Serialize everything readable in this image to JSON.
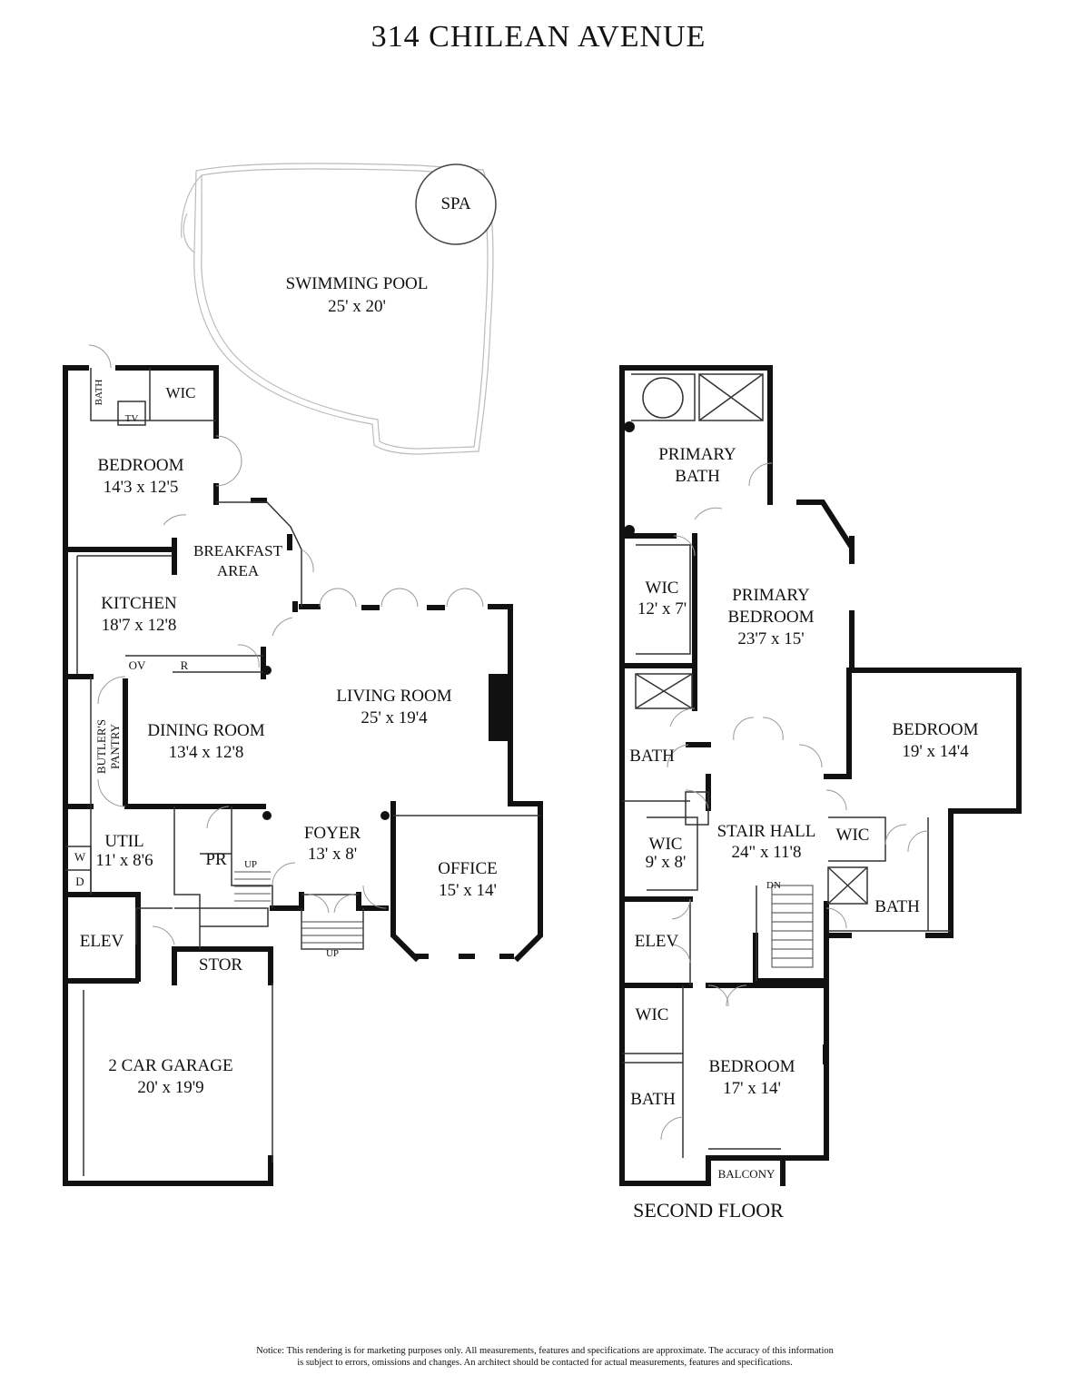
{
  "title": "314 CHILEAN AVENUE",
  "second_floor_label": "SECOND FLOOR",
  "notice": {
    "line1": "Notice: This rendering is for marketing purposes only. All measurements, features and specifications are approximate. The accuracy of this information",
    "line2": "is subject to errors, omissions and changes. An architect should be contacted for actual measurements, features and specifications."
  },
  "first_floor": {
    "spa": "SPA",
    "pool_name": "SWIMMING POOL",
    "pool_dim": "25' x 20'",
    "bath_small": "BATH",
    "tv": "TV",
    "wic": "WIC",
    "bedroom_name": "BEDROOM",
    "bedroom_dim": "14'3 x 12'5",
    "breakfast_1": "BREAKFAST",
    "breakfast_2": "AREA",
    "kitchen_name": "KITCHEN",
    "kitchen_dim": "18'7 x 12'8",
    "ov": "OV",
    "r": "R",
    "living_name": "LIVING ROOM",
    "living_dim": "25' x 19'4",
    "butlers_1": "BUTLER'S",
    "butlers_2": "PANTRY",
    "dining_name": "DINING ROOM",
    "dining_dim": "13'4  x 12'8",
    "util_name": "UTIL",
    "util_dim": "11' x 8'6",
    "w": "W",
    "d": "D",
    "pr": "PR",
    "up_small": "UP",
    "foyer_name": "FOYER",
    "foyer_dim": "13' x 8'",
    "office_name": "OFFICE",
    "office_dim": "15' x 14'",
    "elev": "ELEV",
    "stor": "STOR",
    "up_entry": "UP",
    "garage_name": "2 CAR GARAGE",
    "garage_dim": "20' x 19'9"
  },
  "second_floor": {
    "primary_bath_1": "PRIMARY",
    "primary_bath_2": "BATH",
    "wic1_name": "WIC",
    "wic1_dim": "12' x 7'",
    "primary_bed_1": "PRIMARY",
    "primary_bed_2": "BEDROOM",
    "primary_bed_dim": "23'7 x 15'",
    "bedroom_e_name": "BEDROOM",
    "bedroom_e_dim": "19' x 14'4",
    "bath_w": "BATH",
    "wic2_name": "WIC",
    "wic2_dim": "9' x 8'",
    "stair_name": "STAIR HALL",
    "stair_dim": "24\" x 11'8",
    "wic_e": "WIC",
    "bath_e": "BATH",
    "dn": "DN",
    "elev": "ELEV",
    "wic_sw": "WIC",
    "bedroom_s_name": "BEDROOM",
    "bedroom_s_dim": "17' x 14'",
    "bath_sw": "BATH",
    "balcony": "BALCONY"
  }
}
